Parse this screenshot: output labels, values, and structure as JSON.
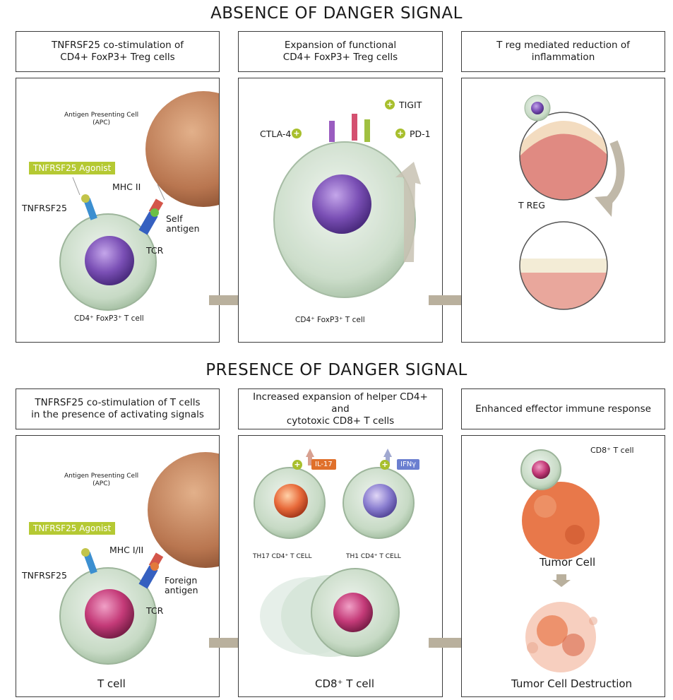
{
  "titles": {
    "absence": "ABSENCE OF DANGER SIGNAL",
    "presence": "PRESENCE OF DANGER SIGNAL"
  },
  "headers": {
    "a1": "TNFRSF25 co-stimulation of\nCD4+ FoxP3+ Treg cells",
    "a2": "Expansion of functional\nCD4+ FoxP3+ Treg cells",
    "a3": "T reg mediated reduction of inflammation",
    "p1": "TNFRSF25 co-stimulation of T cells\nin the presence of activating signals",
    "p2": "Increased expansion of helper CD4+ and\ncytotoxic CD8+ T cells",
    "p3": "Enhanced effector immune response"
  },
  "panel_a1": {
    "apc": "Antigen Presenting Cell\n(APC)",
    "agonist": "TNFRSF25 Agonist",
    "tnfrsf25": "TNFRSF25",
    "mhc": "MHC II",
    "self_antigen": "Self\nantigen",
    "tcr": "TCR",
    "cell": "CD4⁺ FoxP3⁺ T cell"
  },
  "panel_a2": {
    "tigit": "TIGIT",
    "ctla4": "CTLA-4",
    "pd1": "PD-1",
    "cell": "CD4⁺ FoxP3⁺ T cell"
  },
  "panel_a3": {
    "treg": "T REG"
  },
  "panel_p1": {
    "apc": "Antigen Presenting Cell\n(APC)",
    "agonist": "TNFRSF25 Agonist",
    "tnfrsf25": "TNFRSF25",
    "mhc": "MHC I/II",
    "foreign_antigen": "Foreign\nantigen",
    "tcr": "TCR",
    "cell": "T cell"
  },
  "panel_p2": {
    "il17": "IL-17",
    "ifny": "IFNγ",
    "th17": "TH17 CD4⁺ T CELL",
    "th1": "TH1 CD4⁺ T CELL",
    "cd8": "CD8⁺ T cell"
  },
  "panel_p3": {
    "cd8": "CD8⁺ T cell",
    "tumor": "Tumor Cell",
    "destruction": "Tumor Cell Destruction"
  },
  "colors": {
    "agonist": "#b5c933",
    "il17": "#e0702b",
    "ifny": "#6b7fd0",
    "arrow": "#b9b09d",
    "apc": "#c0805a",
    "nucleus_treg": "#7a4fb5",
    "nucleus_t": "#c43a78",
    "tumor": "#e8784a"
  }
}
